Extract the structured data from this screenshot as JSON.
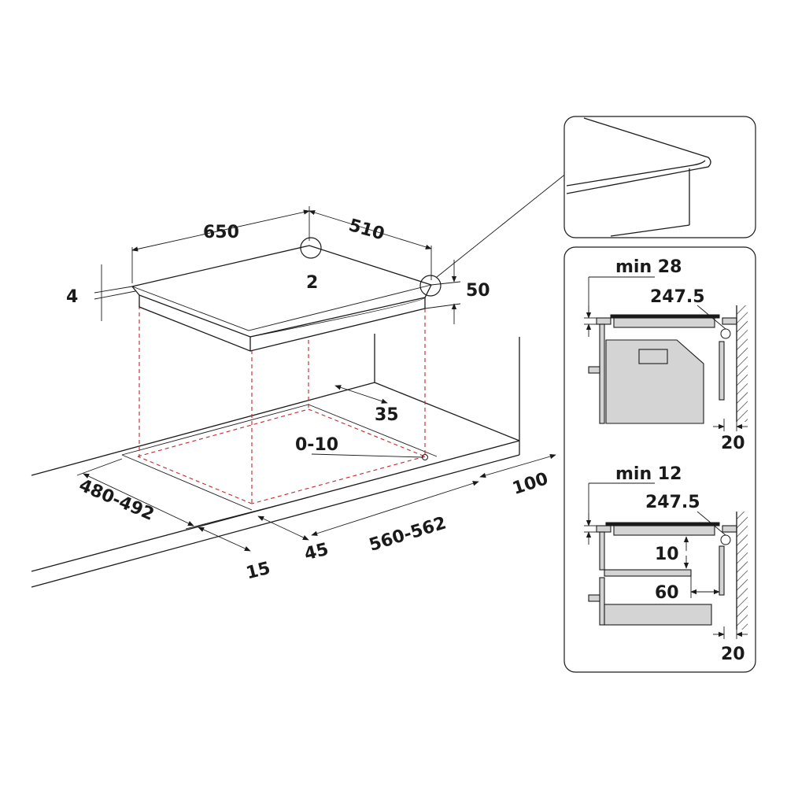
{
  "main": {
    "dims": {
      "width": "650",
      "depth": "510",
      "corner": "2",
      "thickness": "4",
      "height": "50",
      "rear": "35",
      "tolerance": "0-10",
      "cut_depth": "480-492",
      "cut_width": "560-562",
      "side": "100",
      "front_a": "15",
      "front_b": "45"
    }
  },
  "detail_top": {
    "min": "min 28",
    "pos": "247.5",
    "wall": "20"
  },
  "detail_bottom": {
    "min": "min 12",
    "pos": "247.5",
    "gap": "10",
    "clearance": "60",
    "wall": "20"
  },
  "colors": {
    "line": "#1a1a1a",
    "cut_guide": "#c0282d",
    "appliance_fill": "#d4d4d4"
  }
}
